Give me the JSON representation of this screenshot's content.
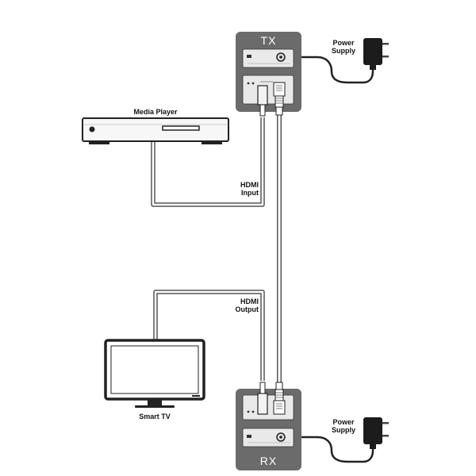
{
  "devices": {
    "tx_label": "TX",
    "rx_label": "RX",
    "media_player_label": "Media Player",
    "smart_tv_label": "Smart TV"
  },
  "power_top": {
    "line1": "Power",
    "line2": "Supply"
  },
  "power_bottom": {
    "line1": "Power",
    "line2": "Supply"
  },
  "hdmi_input": {
    "line1": "HDMI",
    "line2": "Input"
  },
  "hdmi_output": {
    "line1": "HDMI",
    "line2": "Output"
  },
  "colors": {
    "unit_body": "#6b6b6b",
    "panel": "#e9e9e9",
    "cable": "#555555",
    "power_adapter": "#1c1c1c"
  }
}
